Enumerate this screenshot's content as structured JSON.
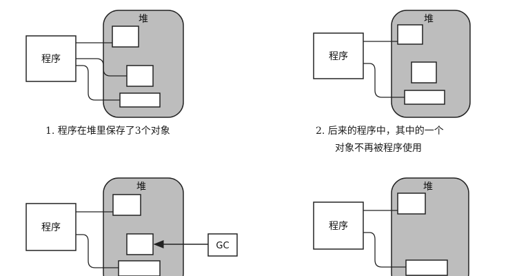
{
  "panels": [
    {
      "heap_label": "堆",
      "program_label": "程序",
      "caption_lines": [
        "1. 程序在堆里保存了3个对象"
      ]
    },
    {
      "heap_label": "堆",
      "program_label": "程序",
      "caption_lines": [
        "2. 后来的程序中，其中的一个",
        "对象不再被程序使用"
      ]
    },
    {
      "heap_label": "堆",
      "program_label": "程序",
      "gc_label": "GC"
    },
    {
      "heap_label": "堆",
      "program_label": "程序"
    }
  ],
  "colors": {
    "heap_fill": "#bdbdbd",
    "heap_stroke": "#222222",
    "box_fill": "#ffffff",
    "line": "#222222"
  }
}
